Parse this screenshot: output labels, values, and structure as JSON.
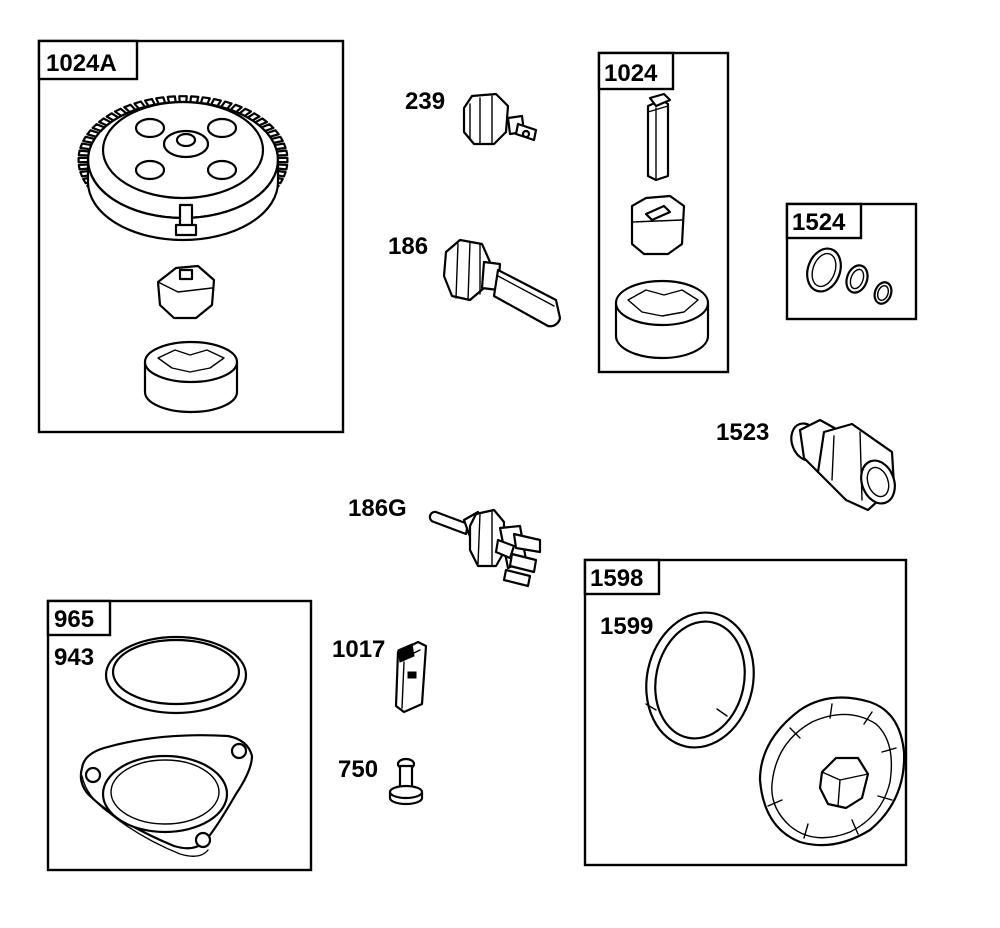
{
  "labels": {
    "gear_kit": "1024A",
    "pump_kit": "1024",
    "oring_kit": "1524",
    "seal_kit": "965",
    "filter_kit": "1598",
    "part_239": "239",
    "part_186": "186",
    "part_1523": "1523",
    "part_186g": "186G",
    "part_943": "943",
    "part_1017": "1017",
    "part_750": "750",
    "part_1599": "1599"
  }
}
